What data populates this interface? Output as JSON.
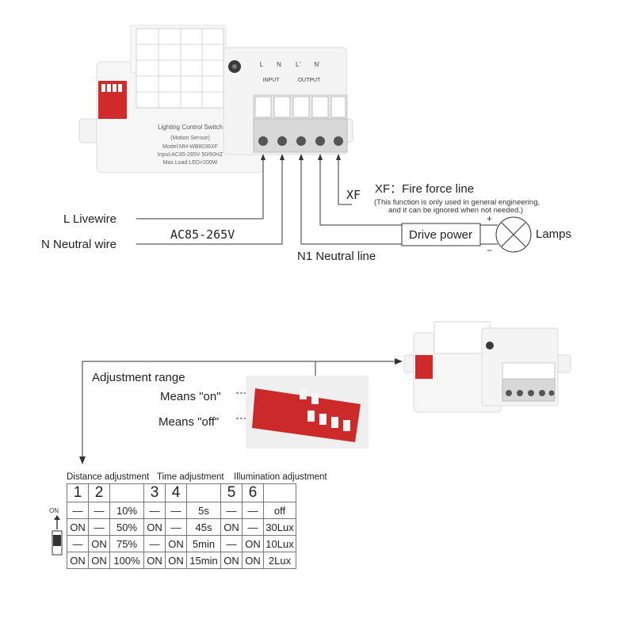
{
  "device": {
    "title": "Lighting Control Switch",
    "subtitle": "(Motion Sensor)",
    "model": "Model:MH-WB8036XF",
    "input": "Input:AC85-265V 50/60HZ",
    "load": "Max.Load:LED<200W",
    "input_label": "INPUT",
    "output_label": "OUTPUT",
    "terminals": [
      "L",
      "N",
      "L'",
      "N'",
      ""
    ]
  },
  "wiring": {
    "live": "L  Livewire",
    "neutral": "N  Neutral wire",
    "voltage": "AC85-265V",
    "n1": "N1  Neutral line",
    "xf_short": "XF",
    "xf": "XF：Fire force line",
    "xf_note_1": "(This function is only used in general engineering,",
    "xf_note_2": "and it can be ignored when not needed.)",
    "drive_power": "Drive power",
    "plus": "+",
    "minus": "−",
    "lamps": "Lamps"
  },
  "adjustment": {
    "range_label": "Adjustment range",
    "on_label": "Means \"on\"",
    "off_label": "Means \"off\"",
    "switch_on": "ON",
    "group_distance": "Distance adjustment",
    "group_time": "Time adjustment",
    "group_illum": "Illumination adjustment",
    "headers": [
      "1",
      "2",
      "",
      "3",
      "4",
      "",
      "5",
      "6",
      ""
    ],
    "rows": [
      [
        "—",
        "—",
        "10%",
        "—",
        "—",
        "5s",
        "—",
        "—",
        "off"
      ],
      [
        "ON",
        "—",
        "50%",
        "ON",
        "—",
        "45s",
        "ON",
        "—",
        "30Lux"
      ],
      [
        "—",
        "ON",
        "75%",
        "—",
        "ON",
        "5min",
        "—",
        "ON",
        "10Lux"
      ],
      [
        "ON",
        "ON",
        "100%",
        "ON",
        "ON",
        "15min",
        "ON",
        "ON",
        "2Lux"
      ]
    ]
  }
}
